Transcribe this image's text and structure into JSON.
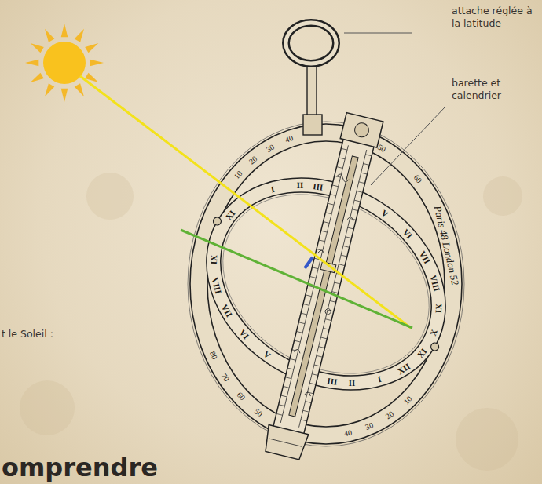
{
  "diagram": {
    "title": "omprendre",
    "labels": [
      "attache réglée à la latitude",
      "barette et calendrier",
      "t le Soleil :",
      "Paris 48 London 52",
      "10",
      "20",
      "30",
      "40",
      "50",
      "60",
      "80",
      "70",
      "60",
      "50",
      "40",
      "30",
      "20",
      "10",
      "XI",
      "XII",
      "I",
      "II",
      "III",
      "V",
      "VI",
      "VII",
      "VIII",
      "IX",
      "XI",
      "I",
      "II",
      "III",
      "V",
      "VI",
      "VII",
      "VIII",
      "IX",
      "X"
    ]
  }
}
